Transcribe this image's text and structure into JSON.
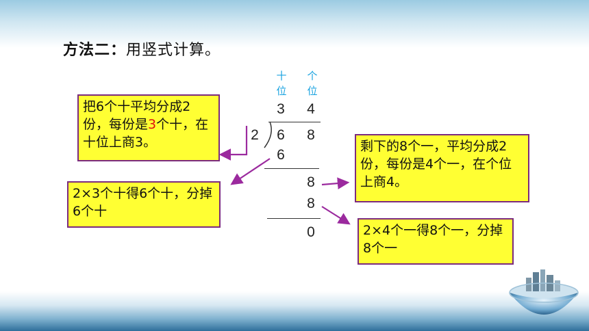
{
  "title": {
    "bold": "方法二：",
    "rest": "用竖式计算。"
  },
  "place_labels": {
    "tens": [
      "十",
      "位"
    ],
    "ones": [
      "个",
      "位"
    ]
  },
  "division": {
    "quotient": [
      "3",
      "4"
    ],
    "divisor": "2",
    "dividend": [
      "6",
      "8"
    ],
    "step1_product": "6",
    "step1_remainder": "8",
    "step2_product": "8",
    "final_remainder": "0"
  },
  "notes": {
    "box1": {
      "pre": "把6个十平均分成2份，每份是",
      "highlight": "3",
      "post": "个十，在十位上商3。"
    },
    "box2": "2×3个十得6个十，分掉6个十",
    "box3": "剩下的8个一，平均分成2份，每份是4个一，在个位上商4。",
    "box4": "2×4个一得8个一，分掉8个一"
  },
  "colors": {
    "accent_place": "#1aa3e0",
    "box_fill": "#ffff33",
    "box_border": "#7b2a7e",
    "arrow": "#9b2a9e",
    "highlight": "#e01010"
  }
}
